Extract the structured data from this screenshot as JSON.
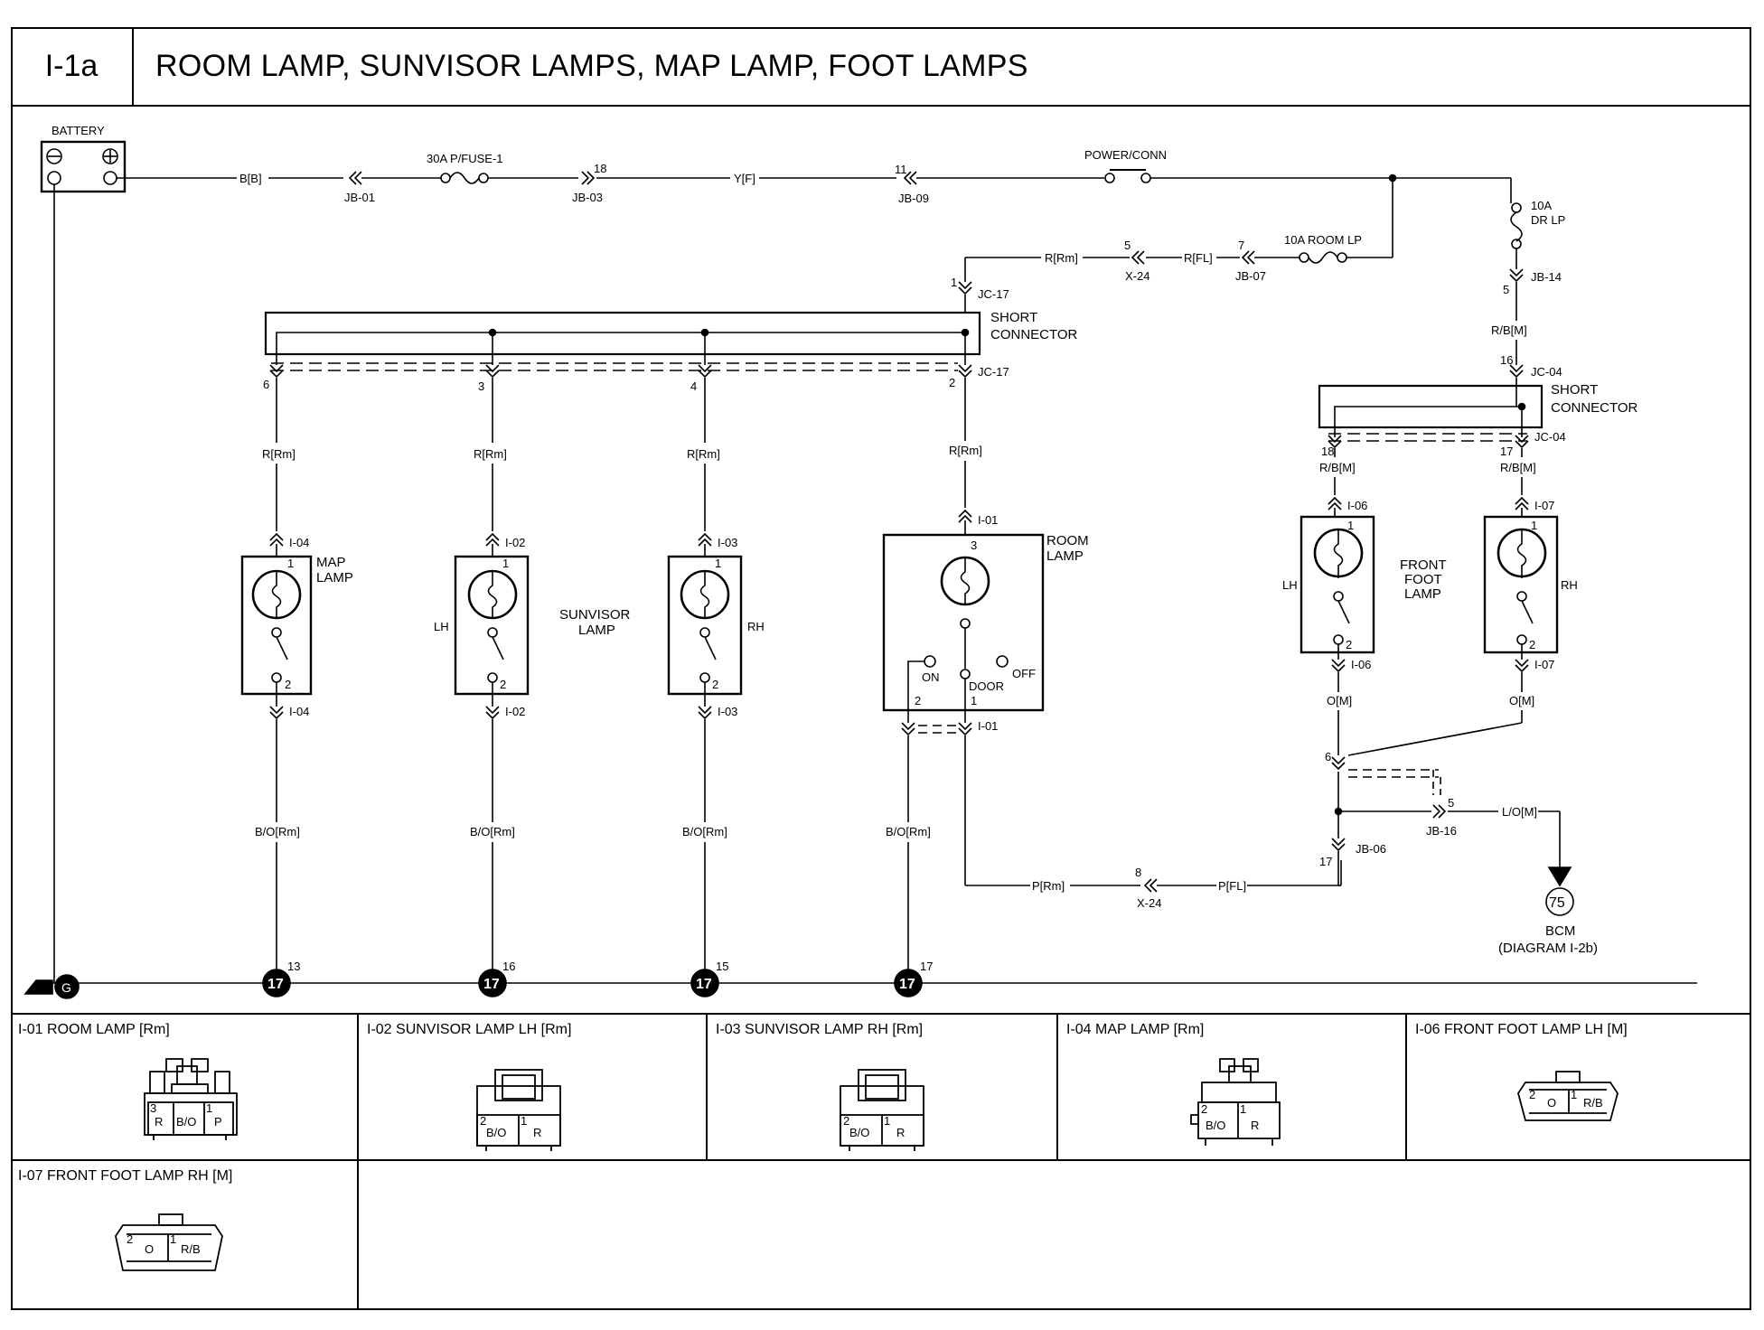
{
  "header": {
    "code": "I-1a",
    "title": "ROOM LAMP, SUNVISOR LAMPS, MAP LAMP, FOOT LAMPS"
  },
  "power": {
    "battery": "BATTERY",
    "plus": "⊕",
    "minus": "⊖",
    "wire_bb": "B[B]",
    "jb01": "JB-01",
    "fuse30": "30A P/FUSE-1",
    "jb03": "JB-03",
    "jb03_pin": "18",
    "wire_yf": "Y[F]",
    "jb09": "JB-09",
    "jb09_pin": "11",
    "powerconn": "POWER/CONN",
    "fuse10dr": "10A",
    "fuse10dr2": "DR LP",
    "jb14": "JB-14",
    "jb14_pin": "5",
    "wire_rbm": "R/B[M]",
    "fuse10room": "10A ROOM LP",
    "jb07": "JB-07",
    "jb07_pin": "7",
    "wire_rfl": "R[FL]",
    "x24": "X-24",
    "x24_pin": "5",
    "wire_rrm": "R[Rm]",
    "jc17": "JC-17",
    "jc17_pin": "1"
  },
  "short1": {
    "label1": "SHORT",
    "label2": "CONNECTOR",
    "jc17": "JC-17",
    "jc17_pin": "2",
    "pins": [
      "6",
      "3",
      "4"
    ]
  },
  "short2": {
    "label1": "SHORT",
    "label2": "CONNECTOR",
    "jc04": "JC-04",
    "pin_in": "16",
    "pin_l": "18",
    "pin_r": "17"
  },
  "lamps": {
    "map": {
      "conn": "I-04",
      "name1": "MAP",
      "name2": "LAMP",
      "wire_top": "R[Rm]",
      "wire_bot": "B/O[Rm]",
      "gnd_pin": "13"
    },
    "sv_lh": {
      "conn": "I-02",
      "side": "LH",
      "wire_top": "R[Rm]",
      "wire_bot": "B/O[Rm]",
      "gnd_pin": "16"
    },
    "sv_rh": {
      "conn": "I-03",
      "side": "RH",
      "wire_top": "R[Rm]",
      "wire_bot": "B/O[Rm]",
      "gnd_pin": "15"
    },
    "sv_label1": "SUNVISOR",
    "sv_label2": "LAMP",
    "room": {
      "conn": "I-01",
      "name1": "ROOM",
      "name2": "LAMP",
      "wire_top": "R[Rm]",
      "wire_bot": "B/O[Rm]",
      "gnd_pin": "17",
      "on": "ON",
      "off": "OFF",
      "door": "DOOR",
      "pin3": "3",
      "pin2": "2",
      "pin1": "1"
    },
    "ff_lh": {
      "conn": "I-06",
      "side": "LH",
      "wire_top": "R/B[M]",
      "wire_bot": "O[M]"
    },
    "ff_rh": {
      "conn": "I-07",
      "side": "RH",
      "wire_top": "R/B[M]",
      "wire_bot": "O[M]"
    },
    "ff_label1": "FRONT",
    "ff_label2": "FOOT",
    "ff_label3": "LAMP",
    "pin1": "1",
    "pin2": "2"
  },
  "bottom": {
    "wire_prm": "P[Rm]",
    "x24": "X-24",
    "x24_pin": "8",
    "wire_pfl": "P[FL]",
    "jb06": "JB-06",
    "jb06_pin": "17",
    "split_pin": "6",
    "jb16": "JB-16",
    "jb16_pin": "5",
    "wire_lom": "L/O[M]",
    "bcm_num": "75",
    "bcm": "BCM",
    "bcm_diag": "(DIAGRAM I-2b)",
    "ground": "G",
    "ground_num": "17"
  },
  "connectors": [
    {
      "title": "I-01 ROOM LAMP [Rm]",
      "pins": [
        {
          "n": "3",
          "w": "R"
        },
        {
          "n": "",
          "w": "B/O"
        },
        {
          "n": "1",
          "w": "P"
        }
      ]
    },
    {
      "title": "I-02 SUNVISOR LAMP LH [Rm]",
      "pins": [
        {
          "n": "2",
          "w": "B/O"
        },
        {
          "n": "1",
          "w": "R"
        }
      ]
    },
    {
      "title": "I-03 SUNVISOR LAMP RH [Rm]",
      "pins": [
        {
          "n": "2",
          "w": "B/O"
        },
        {
          "n": "1",
          "w": "R"
        }
      ]
    },
    {
      "title": "I-04 MAP LAMP [Rm]",
      "pins": [
        {
          "n": "2",
          "w": "B/O"
        },
        {
          "n": "1",
          "w": "R"
        }
      ]
    },
    {
      "title": "I-06 FRONT FOOT LAMP LH [M]",
      "pins": [
        {
          "n": "2",
          "w": "O"
        },
        {
          "n": "1",
          "w": "R/B"
        }
      ]
    },
    {
      "title": "I-07  FRONT FOOT LAMP RH [M]",
      "pins": [
        {
          "n": "2",
          "w": "O"
        },
        {
          "n": "1",
          "w": "R/B"
        }
      ]
    }
  ]
}
